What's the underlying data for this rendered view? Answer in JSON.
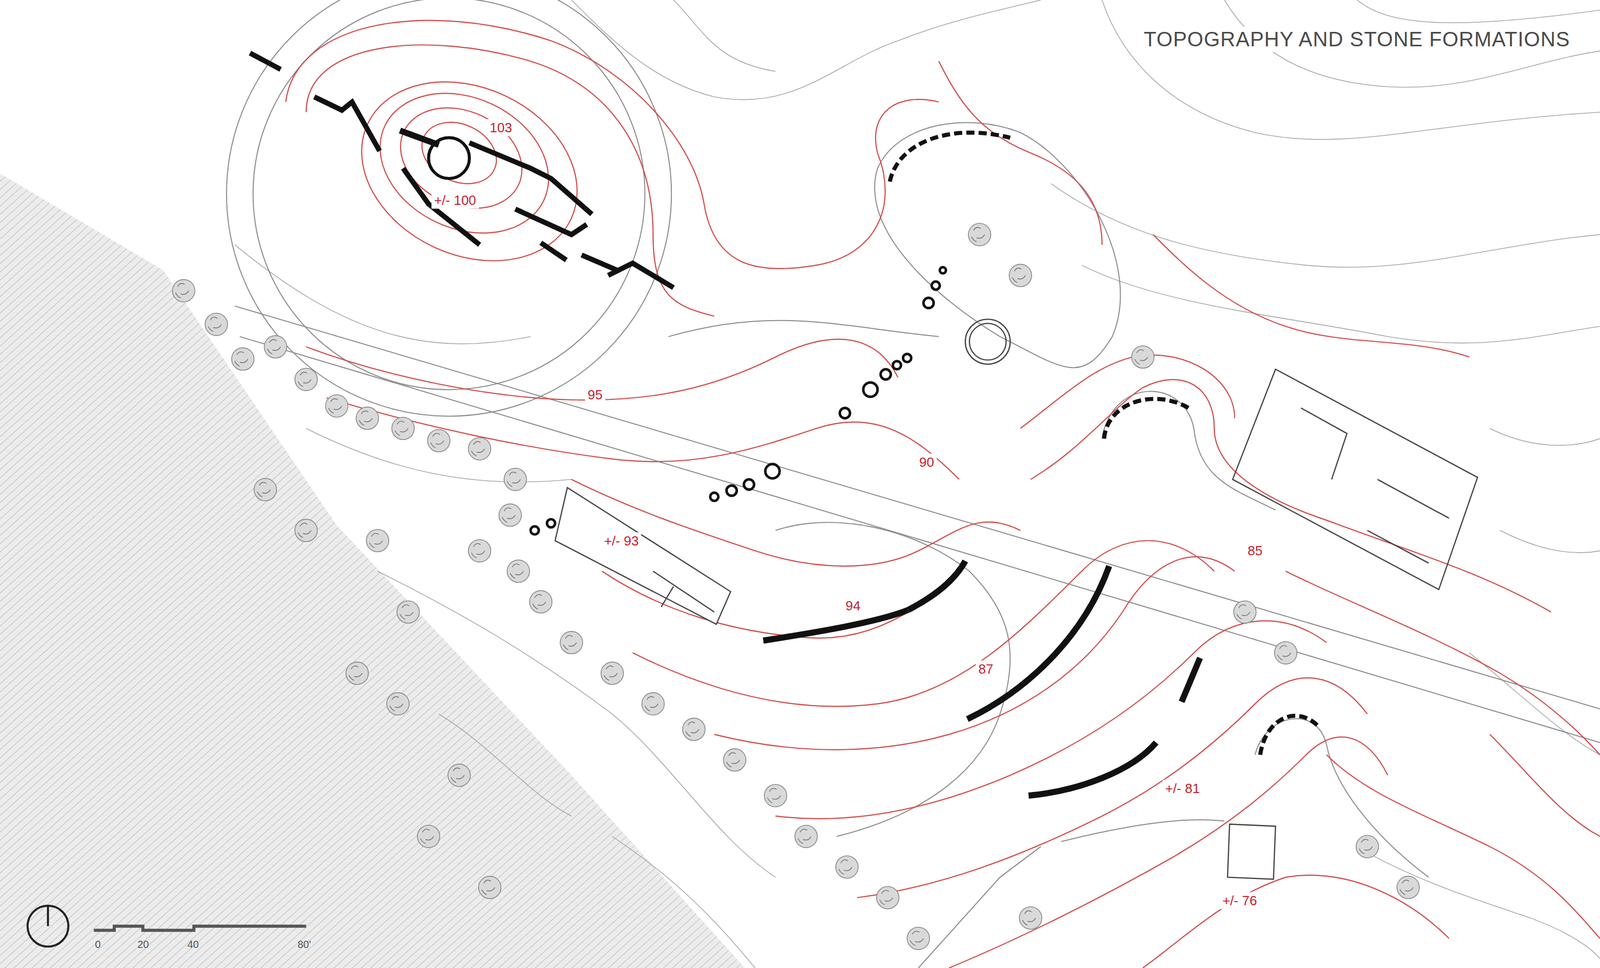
{
  "diagram": {
    "title": "TOPOGRAPHY AND STONE FORMATIONS",
    "labels": [
      "103",
      "+/- 100",
      "95",
      "90",
      "+/- 93",
      "94",
      "87",
      "85",
      "+/- 81",
      "+/- 76",
      "0",
      "20",
      "40",
      "80'"
    ]
  }
}
